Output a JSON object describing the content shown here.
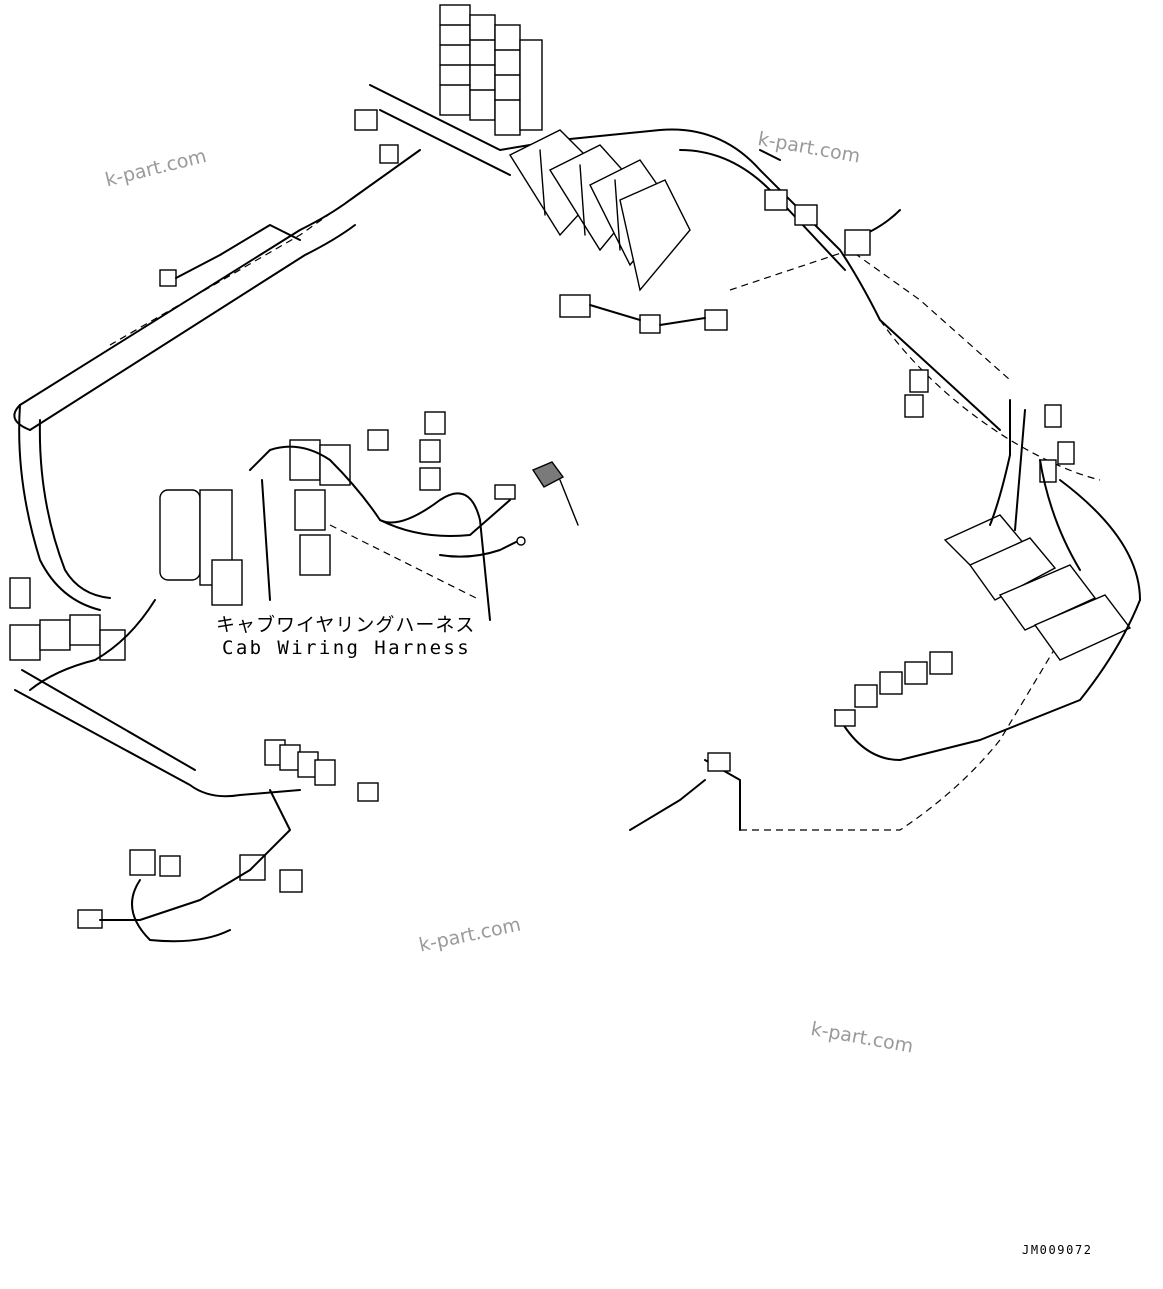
{
  "labels": {
    "harness_jp": "キャブワイヤリングハーネス",
    "harness_en": "Cab Wiring Harness",
    "drawing_code": "JM009072"
  },
  "watermarks": [
    "k-part.com",
    "k-part.com",
    "k-part.com",
    "k-part.com"
  ],
  "colors": {
    "line": "#000000",
    "background": "#ffffff",
    "watermark": "#9a9a9a",
    "highlighted_part": "#7a7a7a"
  },
  "icons": [
    "connector-icon",
    "fuse-box-icon",
    "relay-icon",
    "ground-terminal-icon"
  ]
}
